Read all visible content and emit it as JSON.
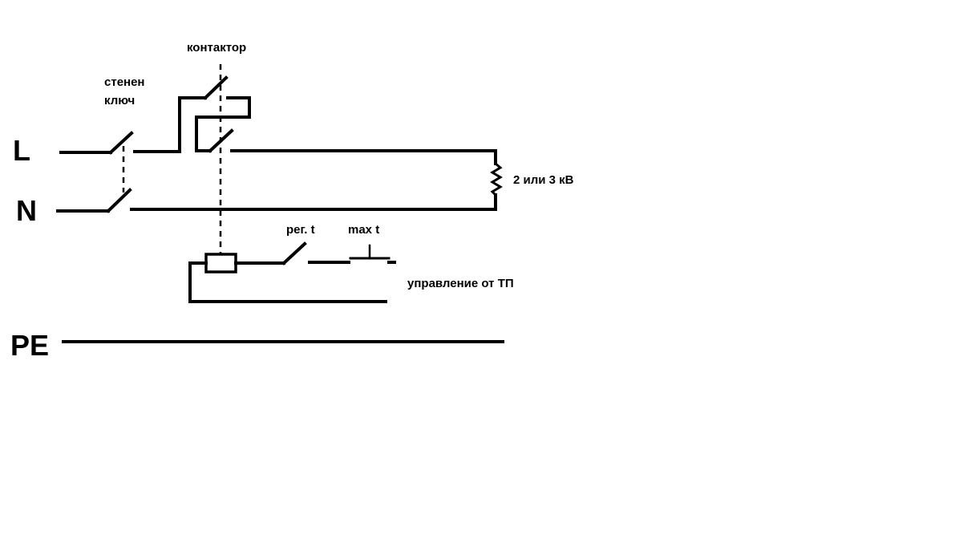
{
  "labels": {
    "line": "L",
    "neutral": "N",
    "earth": "PE",
    "wall_switch": "стенен",
    "wall_switch_2": "ключ",
    "contactor": "контактор",
    "heater_power": "2 или 3 кВ",
    "reg_thermostat": "рег. t",
    "max_thermostat": "max t",
    "control": "управление от ТП"
  }
}
